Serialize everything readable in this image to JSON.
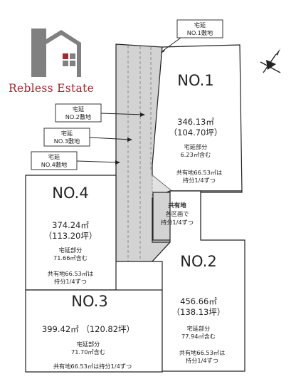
{
  "logo": {
    "brand_text": "Rebless Estate",
    "accent": "#a8252e",
    "gray": "#808080"
  },
  "callouts": [
    {
      "line1": "宅延",
      "line2": "NO.1敷地"
    },
    {
      "line1": "宅延",
      "line2": "NO.2敷地"
    },
    {
      "line1": "宅延",
      "line2": "NO.3敷地"
    },
    {
      "line1": "宅延",
      "line2": "NO.4敷地"
    }
  ],
  "lots": [
    {
      "name": "NO.1",
      "area_sqm": "346.13㎡",
      "area_tsubo": "（104.70坪）",
      "note_label": "宅延部分",
      "note_value": "6.23㎡含む",
      "shared_line1": "共有地66.53㎡は",
      "shared_line2": "持分1/4ずつ"
    },
    {
      "name": "NO.2",
      "area_sqm": "456.66㎡",
      "area_tsubo": "（138.13坪）",
      "note_label": "宅延部分",
      "note_value": "77.94㎡含む",
      "shared_line1": "共有地66.53㎡は",
      "shared_line2": "持分1/4ずつ"
    },
    {
      "name": "NO.3",
      "area_combined": "399.42㎡ （120.82坪）",
      "note_label": "宅延部分",
      "note_value": "71.70㎡含む",
      "shared_line1": "共有地66.53㎡は持分1/4ずつ"
    },
    {
      "name": "NO.4",
      "area_sqm": "374.24㎡",
      "area_tsubo": "（113.20坪）",
      "note_label": "宅延部分",
      "note_value": "71.66㎡含む",
      "shared_line1": "共有地66.53㎡は",
      "shared_line2": "持分1/4ずつ"
    }
  ],
  "common_land": {
    "title": "共有地",
    "line1": "各区画で",
    "line2": "持分1/4ずつ"
  },
  "compass": {
    "icon": "north-arrow-icon"
  }
}
